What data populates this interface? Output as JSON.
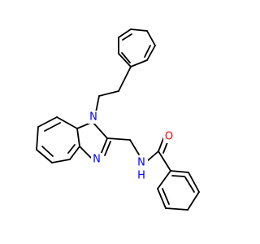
{
  "molecule": {
    "atoms": {
      "n1": {
        "label": "N",
        "color": "#0000ff"
      },
      "n2": {
        "label": "N",
        "color": "#0000ff"
      },
      "n3": {
        "label": "N",
        "color": "#0000ff"
      },
      "h3": {
        "label": "H",
        "color": "#0000ff"
      },
      "o1": {
        "label": "O",
        "color": "#ff0000"
      }
    }
  }
}
